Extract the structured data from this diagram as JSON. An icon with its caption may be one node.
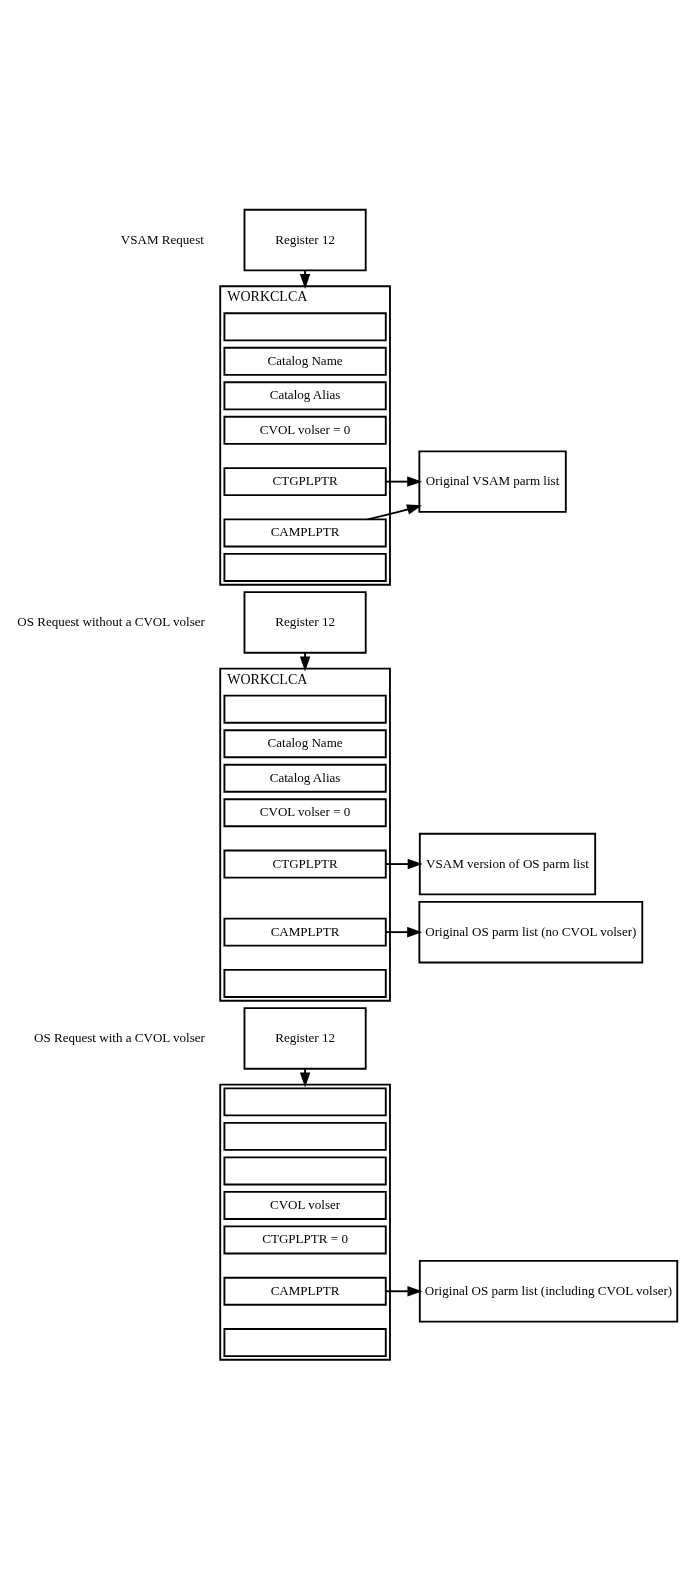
{
  "diagram": {
    "nodes": [
      {
        "text": [
          "Register 12"
        ],
        "beside": [
          "VSAM Request"
        ]
      },
      {
        "text": [
          "WORKCLCA"
        ]
      },
      {
        "text": [],
        "shape": "box",
        "in": 1
      },
      {
        "text": [
          "Catalog Name"
        ],
        "in": 1
      },
      {
        "text": [
          "Catalog Alias"
        ],
        "in": 1
      },
      {
        "text": [
          "CVOL volser = 0"
        ],
        "in": 1
      },
      {
        "text": [
          "CTGPLPTR"
        ],
        "in": 1
      },
      {
        "text": [
          "CAMPLPTR"
        ],
        "in": 1
      },
      {
        "text": [],
        "shape": "box",
        "in": 1
      },
      {
        "text": [
          "Original VSAM parm list"
        ]
      },
      {
        "text": [
          "Register 12"
        ],
        "beside": [
          "OS Request without a CVOL volser"
        ]
      },
      {
        "text": [
          "WORKCLCA"
        ]
      },
      {
        "text": [],
        "shape": "box",
        "in": 11
      },
      {
        "text": [
          "Catalog Name"
        ],
        "in": 11
      },
      {
        "text": [
          "Catalog Alias"
        ],
        "in": 11
      },
      {
        "text": [
          "CVOL volser = 0"
        ],
        "in": 11
      },
      {
        "text": [
          "CTGPLPTR"
        ],
        "in": 11
      },
      {
        "text": [
          "CAMPLPTR"
        ],
        "in": 11
      },
      {
        "text": [],
        "shape": "box",
        "in": 11
      },
      {
        "text": [
          "VSAM version of OS parm list"
        ]
      },
      {
        "text": [
          "Original OS parm list (no CVOL volser)"
        ]
      },
      {
        "text": [
          "Register 12"
        ],
        "beside": [
          "OS Request with a CVOL volser"
        ]
      },
      {
        "text": [],
        "shape": "box"
      },
      {
        "text": [],
        "shape": "box",
        "in": 22
      },
      {
        "text": [],
        "shape": "box",
        "in": 22
      },
      {
        "text": [],
        "shape": "box",
        "in": 22
      },
      {
        "text": [
          "CVOL volser"
        ],
        "in": 22
      },
      {
        "text": [
          "CTGPLPTR = 0"
        ],
        "in": 22
      },
      {
        "text": [
          "CAMPLPTR"
        ],
        "in": 22
      },
      {
        "text": [],
        "shape": "box",
        "in": 22
      },
      {
        "text": [
          "Original OS parm list (including CVOL volser)"
        ]
      }
    ],
    "edges": [
      {
        "from": 0,
        "to": 1,
        "arrow": "to"
      },
      {
        "from": 6,
        "to": 9,
        "arrow": "to"
      },
      {
        "from": 7,
        "to": 9,
        "arrow": "to"
      },
      {
        "from": 10,
        "to": 11,
        "arrow": "to"
      },
      {
        "from": 16,
        "to": 19,
        "arrow": "to"
      },
      {
        "from": 17,
        "to": 20,
        "arrow": "to"
      },
      {
        "from": 21,
        "to": 22,
        "arrow": "to"
      },
      {
        "from": 28,
        "to": 30,
        "arrow": "to"
      }
    ]
  }
}
